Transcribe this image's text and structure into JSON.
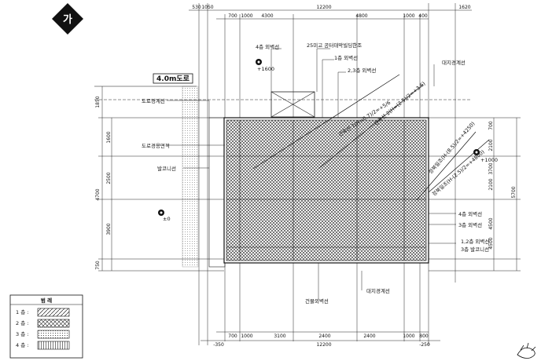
{
  "north_marker": {
    "glyph": "가"
  },
  "road": {
    "title": "4.0m도로"
  },
  "labels": {
    "floor4_outer": "4층 외벽선",
    "parapet": "25미고 공터태막빌딩한조",
    "floor1_outer": "1층 외벽선",
    "floor23_outer": "2,3층 외벽선",
    "lot_line_top": "대지경계선",
    "road_boundary": "도로경계선",
    "road_setback": "도로경용면적",
    "balcony": "발코니선",
    "floor4_outer_right": "4층 외벽선",
    "floor3_outer_right": "3층 외벽선",
    "floors12_outer": "1,2층 외벽선",
    "floor3_balcony": "3층 발코니선",
    "building_outer": "건물외벽선",
    "lot_line_bottom": "대지경계선"
  },
  "levels": {
    "top": "+1600",
    "right": "+1000",
    "left": "±0"
  },
  "sloped_labels": {
    "line1": "건축선 1(H=0.7)/2=+5/6",
    "line2": "건축선 2(H=(2.5)/2=+3.6)",
    "line3": "정북일조(H-(8.5)/2=+4250)",
    "line4": "정북일조(H-(2.5)/2=+4800)"
  },
  "dims_top": {
    "row1": [
      "530",
      "1050",
      "12200",
      "1620"
    ],
    "row2": [
      "700",
      "1000",
      "4300",
      "4800",
      "1000",
      "400"
    ]
  },
  "dims_bottom": {
    "row1": [
      "700",
      "1000",
      "3100",
      "2400",
      "2400",
      "1000",
      "800"
    ],
    "row2": [
      "-350",
      "12200",
      "-250"
    ]
  },
  "dims_left": {
    "outer": [
      "1850",
      "1600",
      "2500",
      "3900",
      "750"
    ],
    "total": "4700"
  },
  "dims_right": {
    "inner": [
      "700",
      "2100",
      "3700",
      "4500",
      "2100",
      "4500"
    ],
    "total": "5700"
  },
  "legend": {
    "title": "범 례",
    "items": [
      "1 층 :",
      "2 층 :",
      "3 층 :",
      "4 층 :"
    ]
  }
}
